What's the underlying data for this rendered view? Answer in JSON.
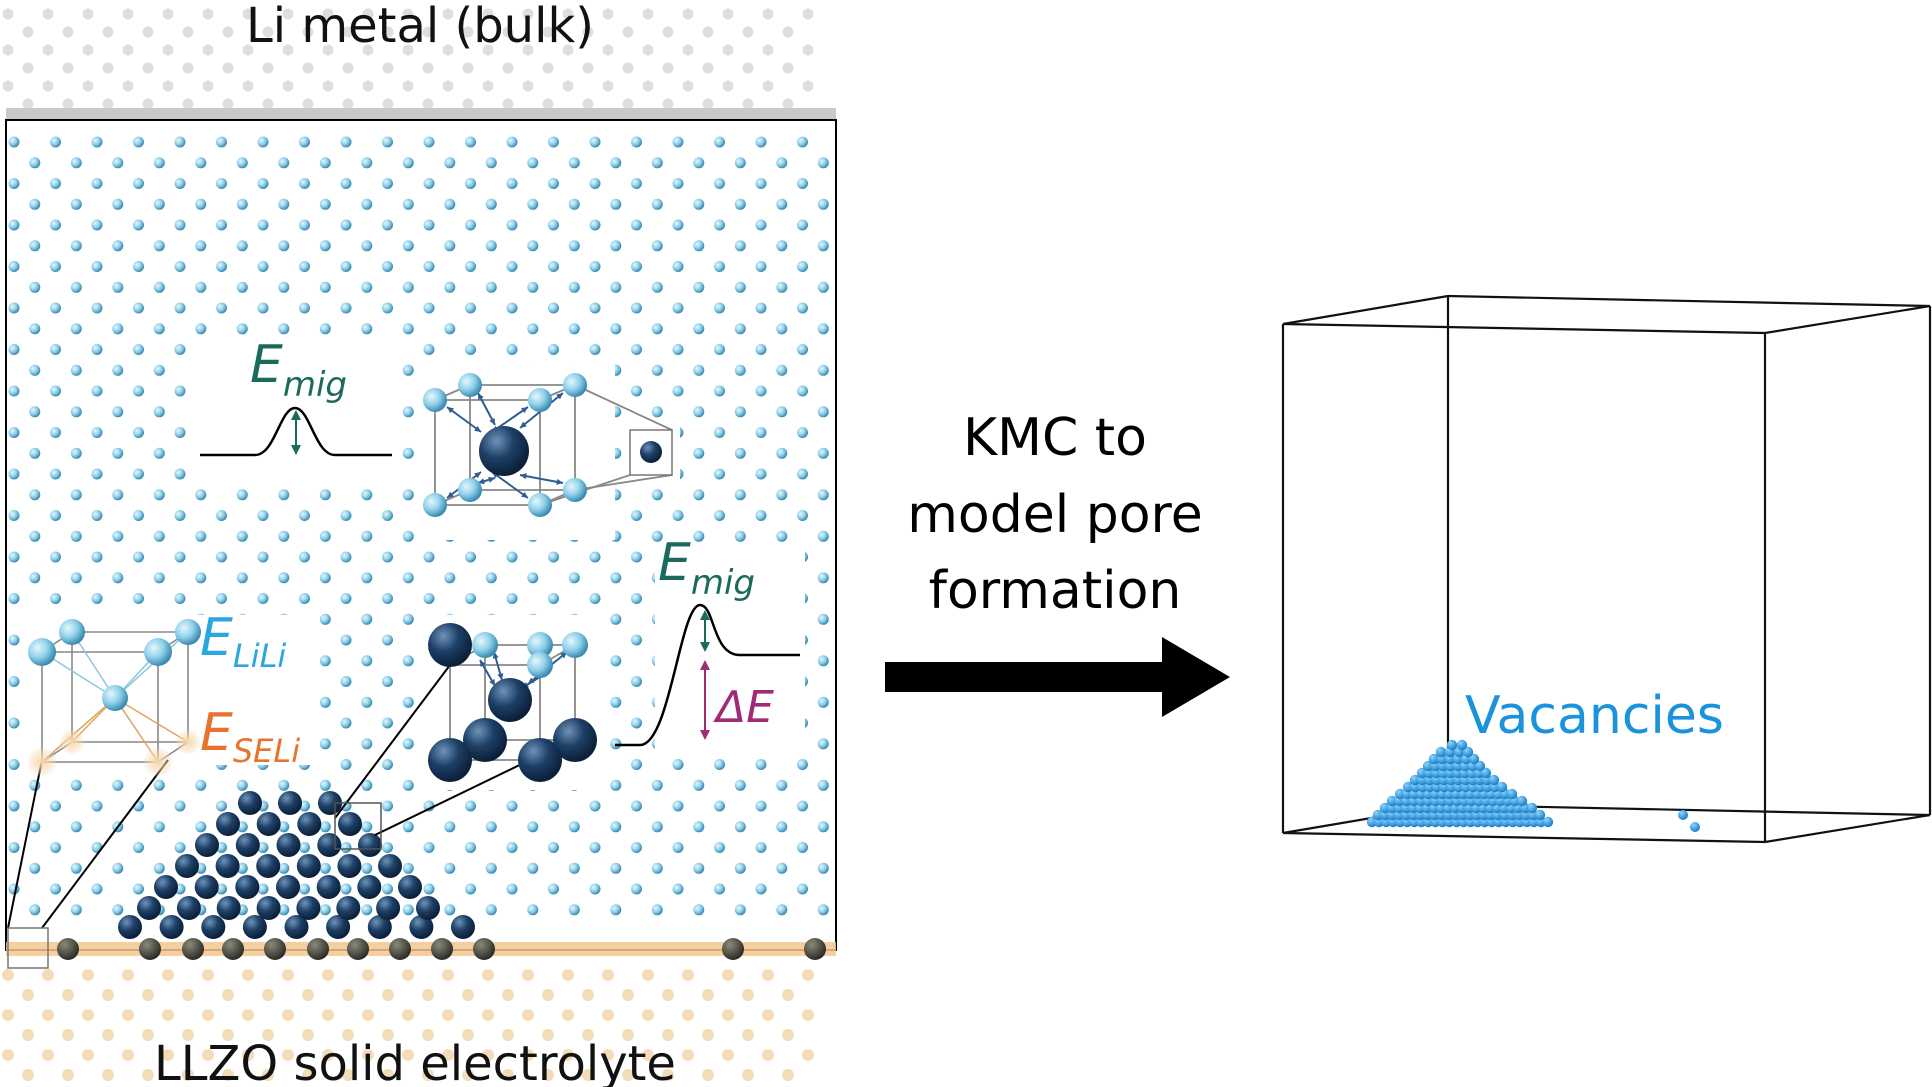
{
  "labels": {
    "top": "Li metal (bulk)",
    "bottom": "LLZO solid electrolyte",
    "arrow_line1": "KMC to",
    "arrow_line2": "model pore",
    "arrow_line3": "formation",
    "vacancies": "Vacancies"
  },
  "energies": {
    "emig_main": "E",
    "emig_sub": "mig",
    "elili_main": "E",
    "elili_sub": "LiLi",
    "eseli_main": "E",
    "eseli_sub": "SELi",
    "delta_e": "ΔE"
  },
  "colors": {
    "li_atom": "#8fd0ea",
    "li_atom_edge": "#4a9ab8",
    "vacancy_dark": "#1d3f66",
    "interface": "#f3c78e",
    "migration_green": "#1a6b5c",
    "elili_cyan": "#2aa7dd",
    "eseli_orange": "#e8732c",
    "delta_purple": "#a12a74",
    "vacancy_blue": "#1b93dc"
  }
}
